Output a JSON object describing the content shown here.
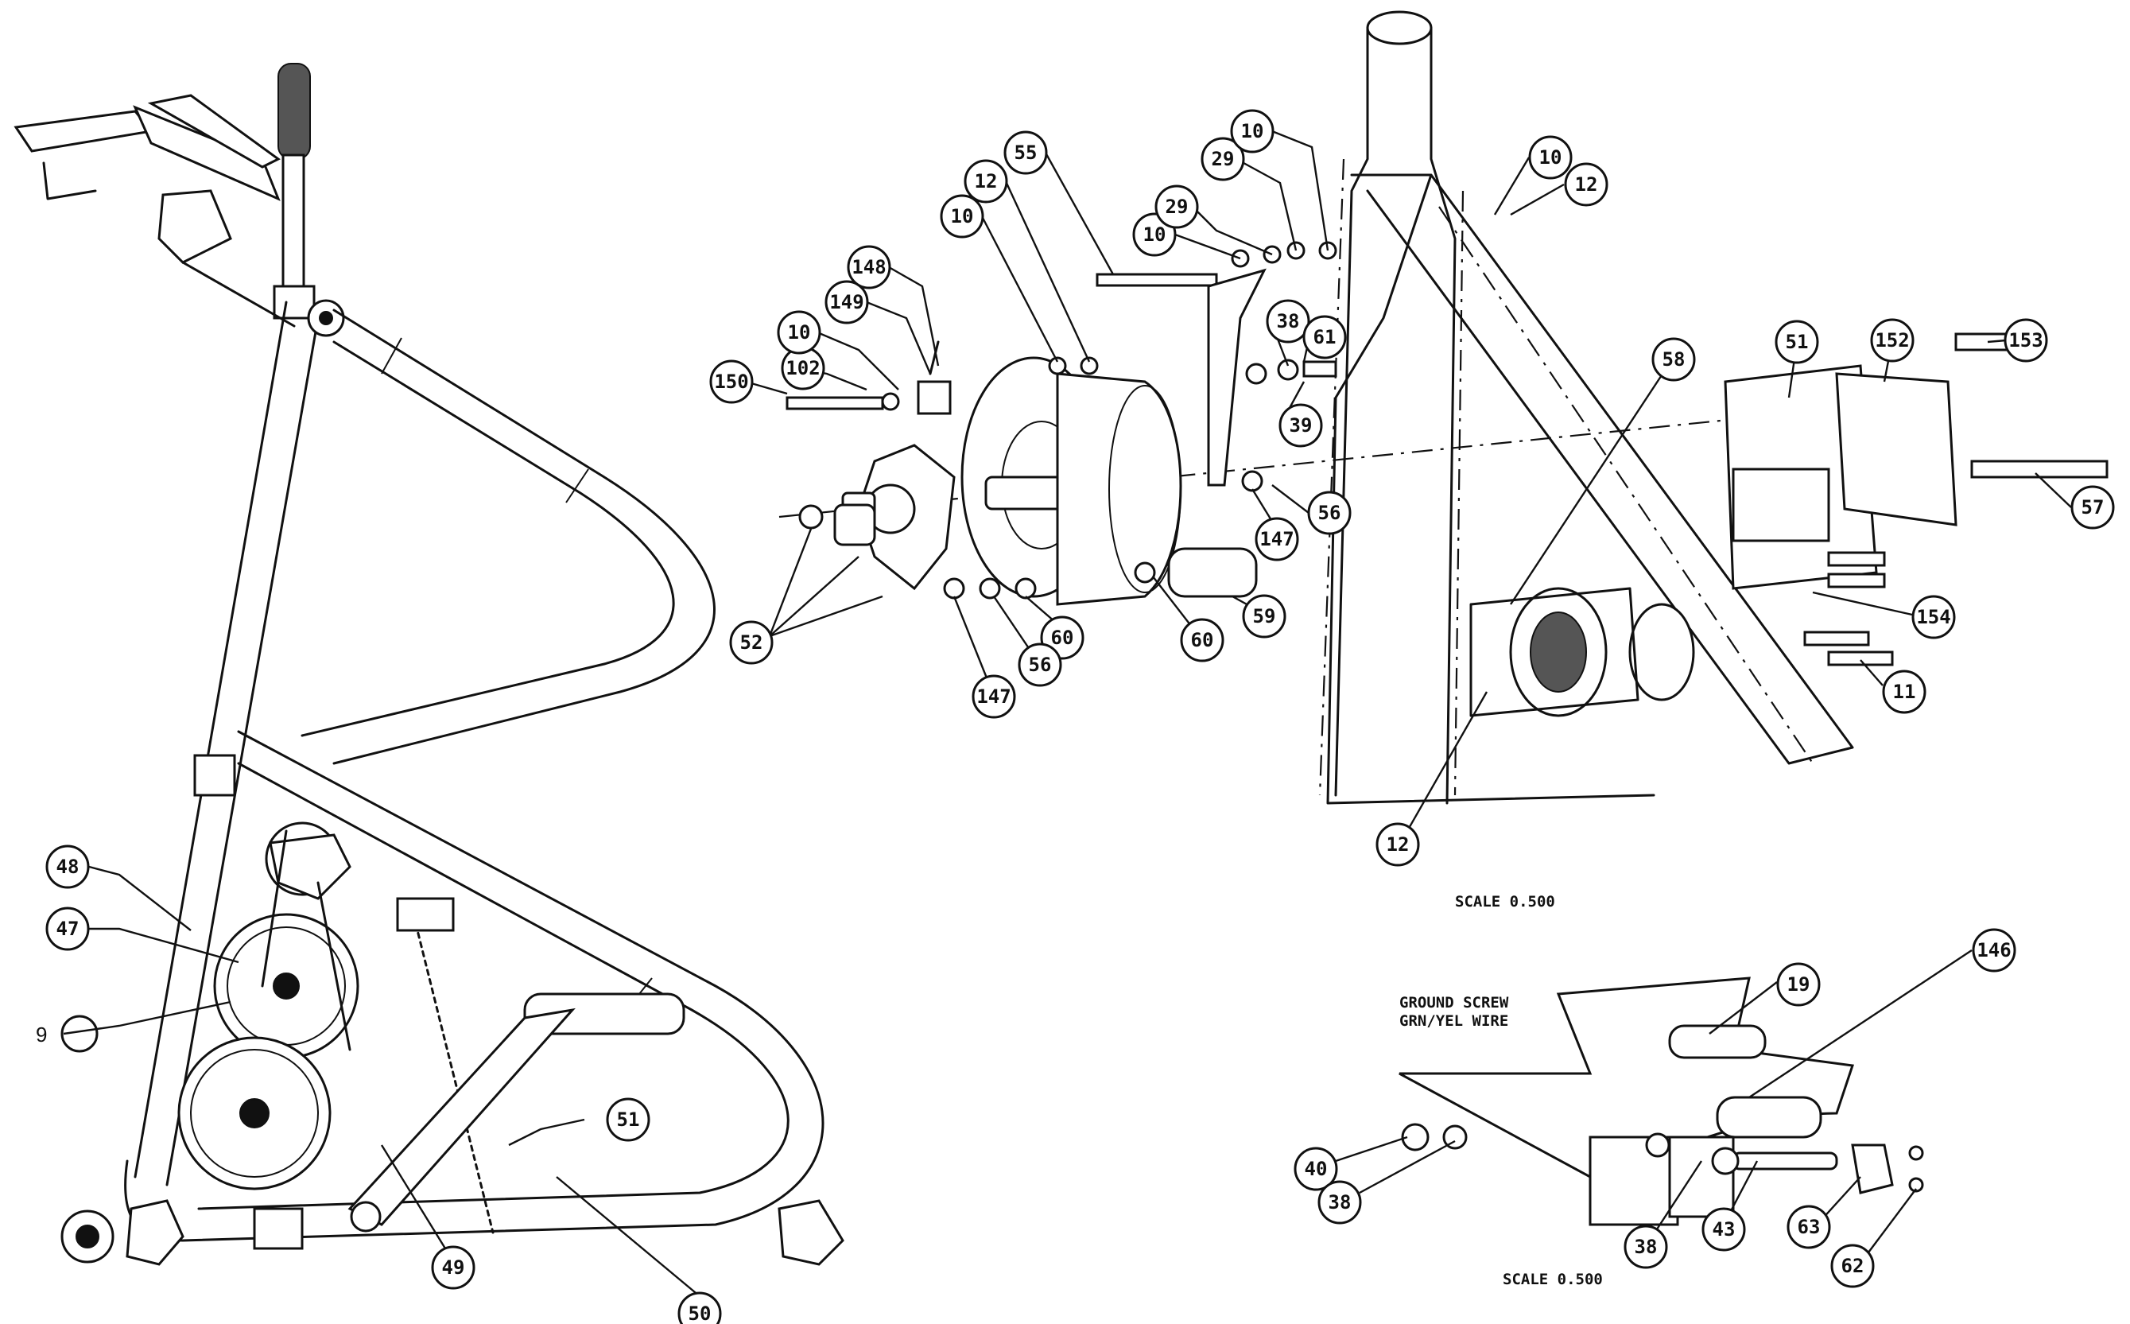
{
  "diagram": {
    "scale_notes": [
      "SCALE 0.500",
      "SCALE 0.500"
    ],
    "ground_note": [
      "GROUND SCREW",
      "GRN/YEL WIRE"
    ],
    "callouts": {
      "c48": "48",
      "c47": "47",
      "c9": "9",
      "c49": "49",
      "c50": "50",
      "c51a": "51",
      "c150": "150",
      "c102": "102",
      "c10a": "10",
      "c149": "149",
      "c148": "148",
      "c10b": "10",
      "c12a": "12",
      "c55": "55",
      "c29a": "29",
      "c10c": "10",
      "c29b": "29",
      "c10d": "10",
      "c10e": "10",
      "c12b": "12",
      "c38a": "38",
      "c61": "61",
      "c39": "39",
      "c56a": "56",
      "c147a": "147",
      "c59": "59",
      "c60a": "60",
      "c60b": "60",
      "c56b": "56",
      "c147b": "147",
      "c52": "52",
      "c58": "58",
      "c51b": "51",
      "c152": "152",
      "c153": "153",
      "c57": "57",
      "c154": "154",
      "c11": "11",
      "c12c": "12",
      "c19": "19",
      "c146": "146",
      "c40": "40",
      "c38b": "38",
      "c38c": "38",
      "c43": "43",
      "c63": "63",
      "c62": "62"
    }
  }
}
